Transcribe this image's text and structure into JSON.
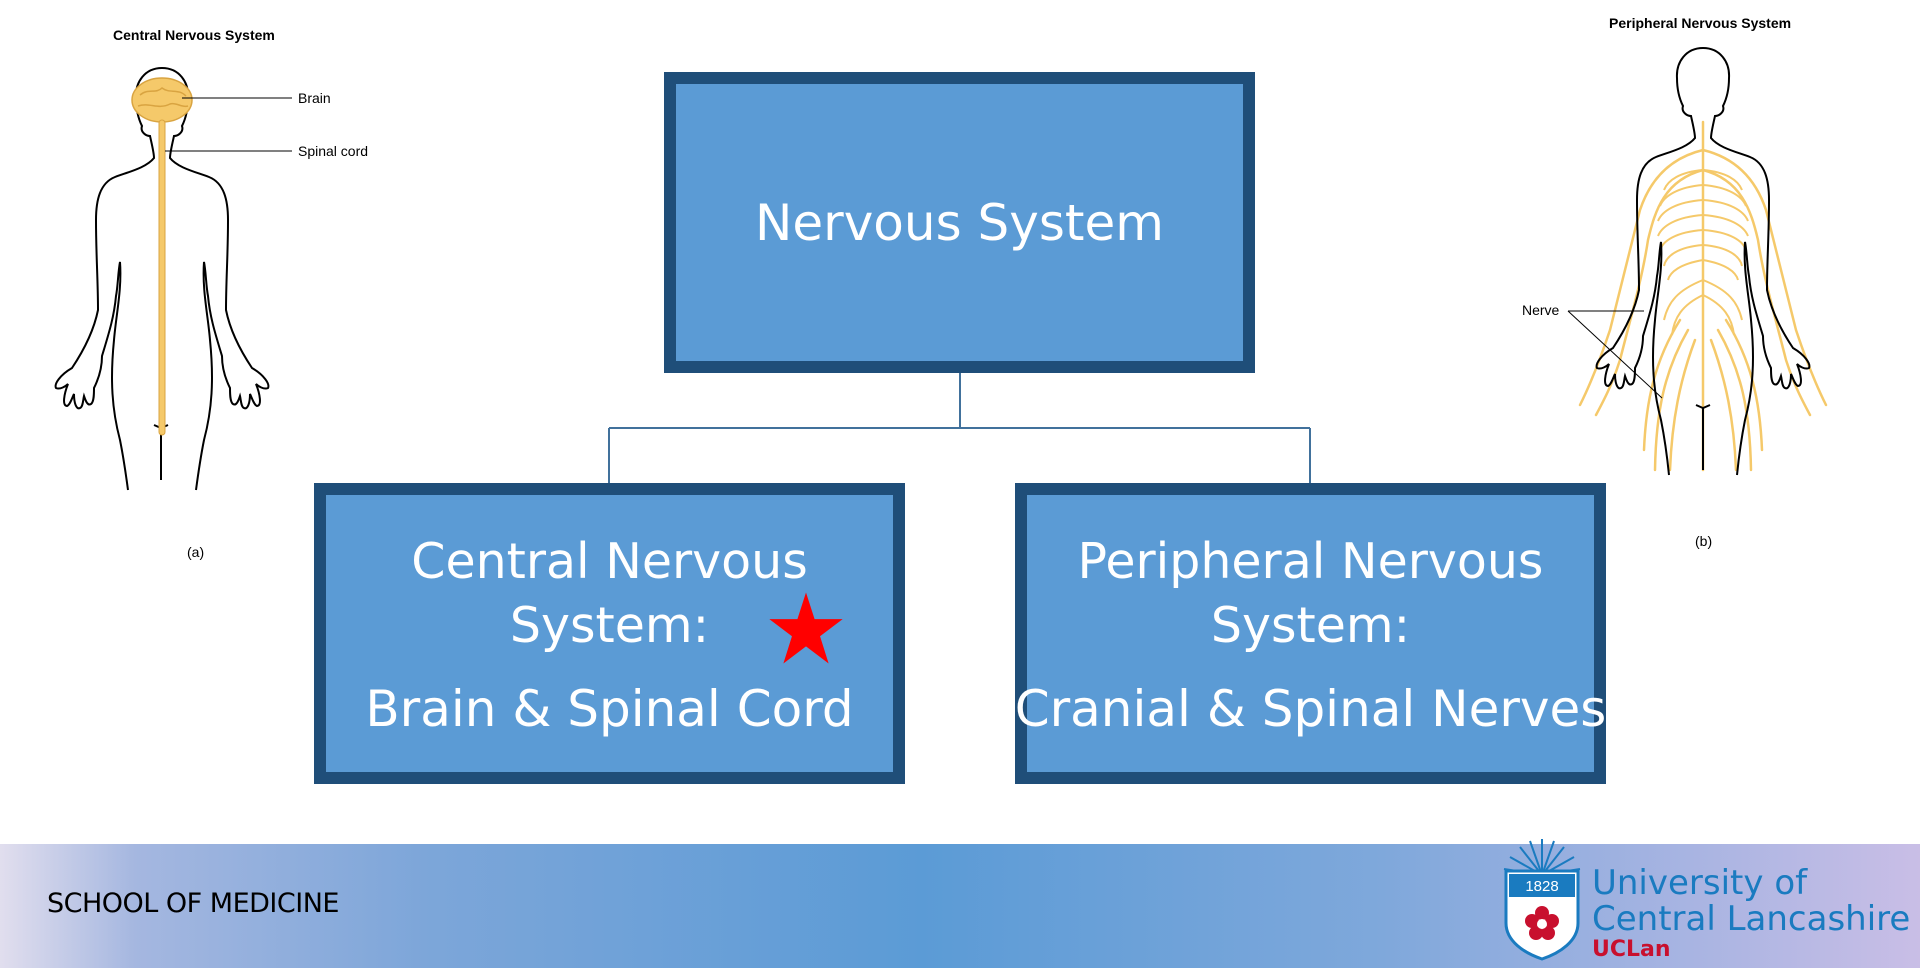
{
  "left_figure": {
    "title": "Central Nervous System",
    "labels": {
      "brain": "Brain",
      "spinal_cord": "Spinal cord"
    },
    "caption": "(a)"
  },
  "right_figure": {
    "title": "Peripheral Nervous System",
    "labels": {
      "nerve": "Nerve"
    },
    "caption": "(b)"
  },
  "diagram": {
    "root": {
      "title": "Nervous System"
    },
    "cns": {
      "title": "Central Nervous System:",
      "subtitle": "Brain & Spinal Cord",
      "marker": "star-icon"
    },
    "pns": {
      "title": "Peripheral Nervous System:",
      "subtitle": "Cranial & Spinal Nerves"
    }
  },
  "footer": {
    "school": "SCHOOL OF MEDICINE",
    "logo_year": "1828",
    "university_line1": "University of",
    "university_line2": "Central Lancashire",
    "university_short": "UCLan"
  },
  "colors": {
    "box_fill": "#5b9bd5",
    "box_border": "#1f4e79",
    "connector": "#41719c",
    "star": "#ff0000",
    "nerve": "#f5c96a",
    "brand_blue": "#1a7bc0",
    "brand_red": "#c8102e"
  }
}
